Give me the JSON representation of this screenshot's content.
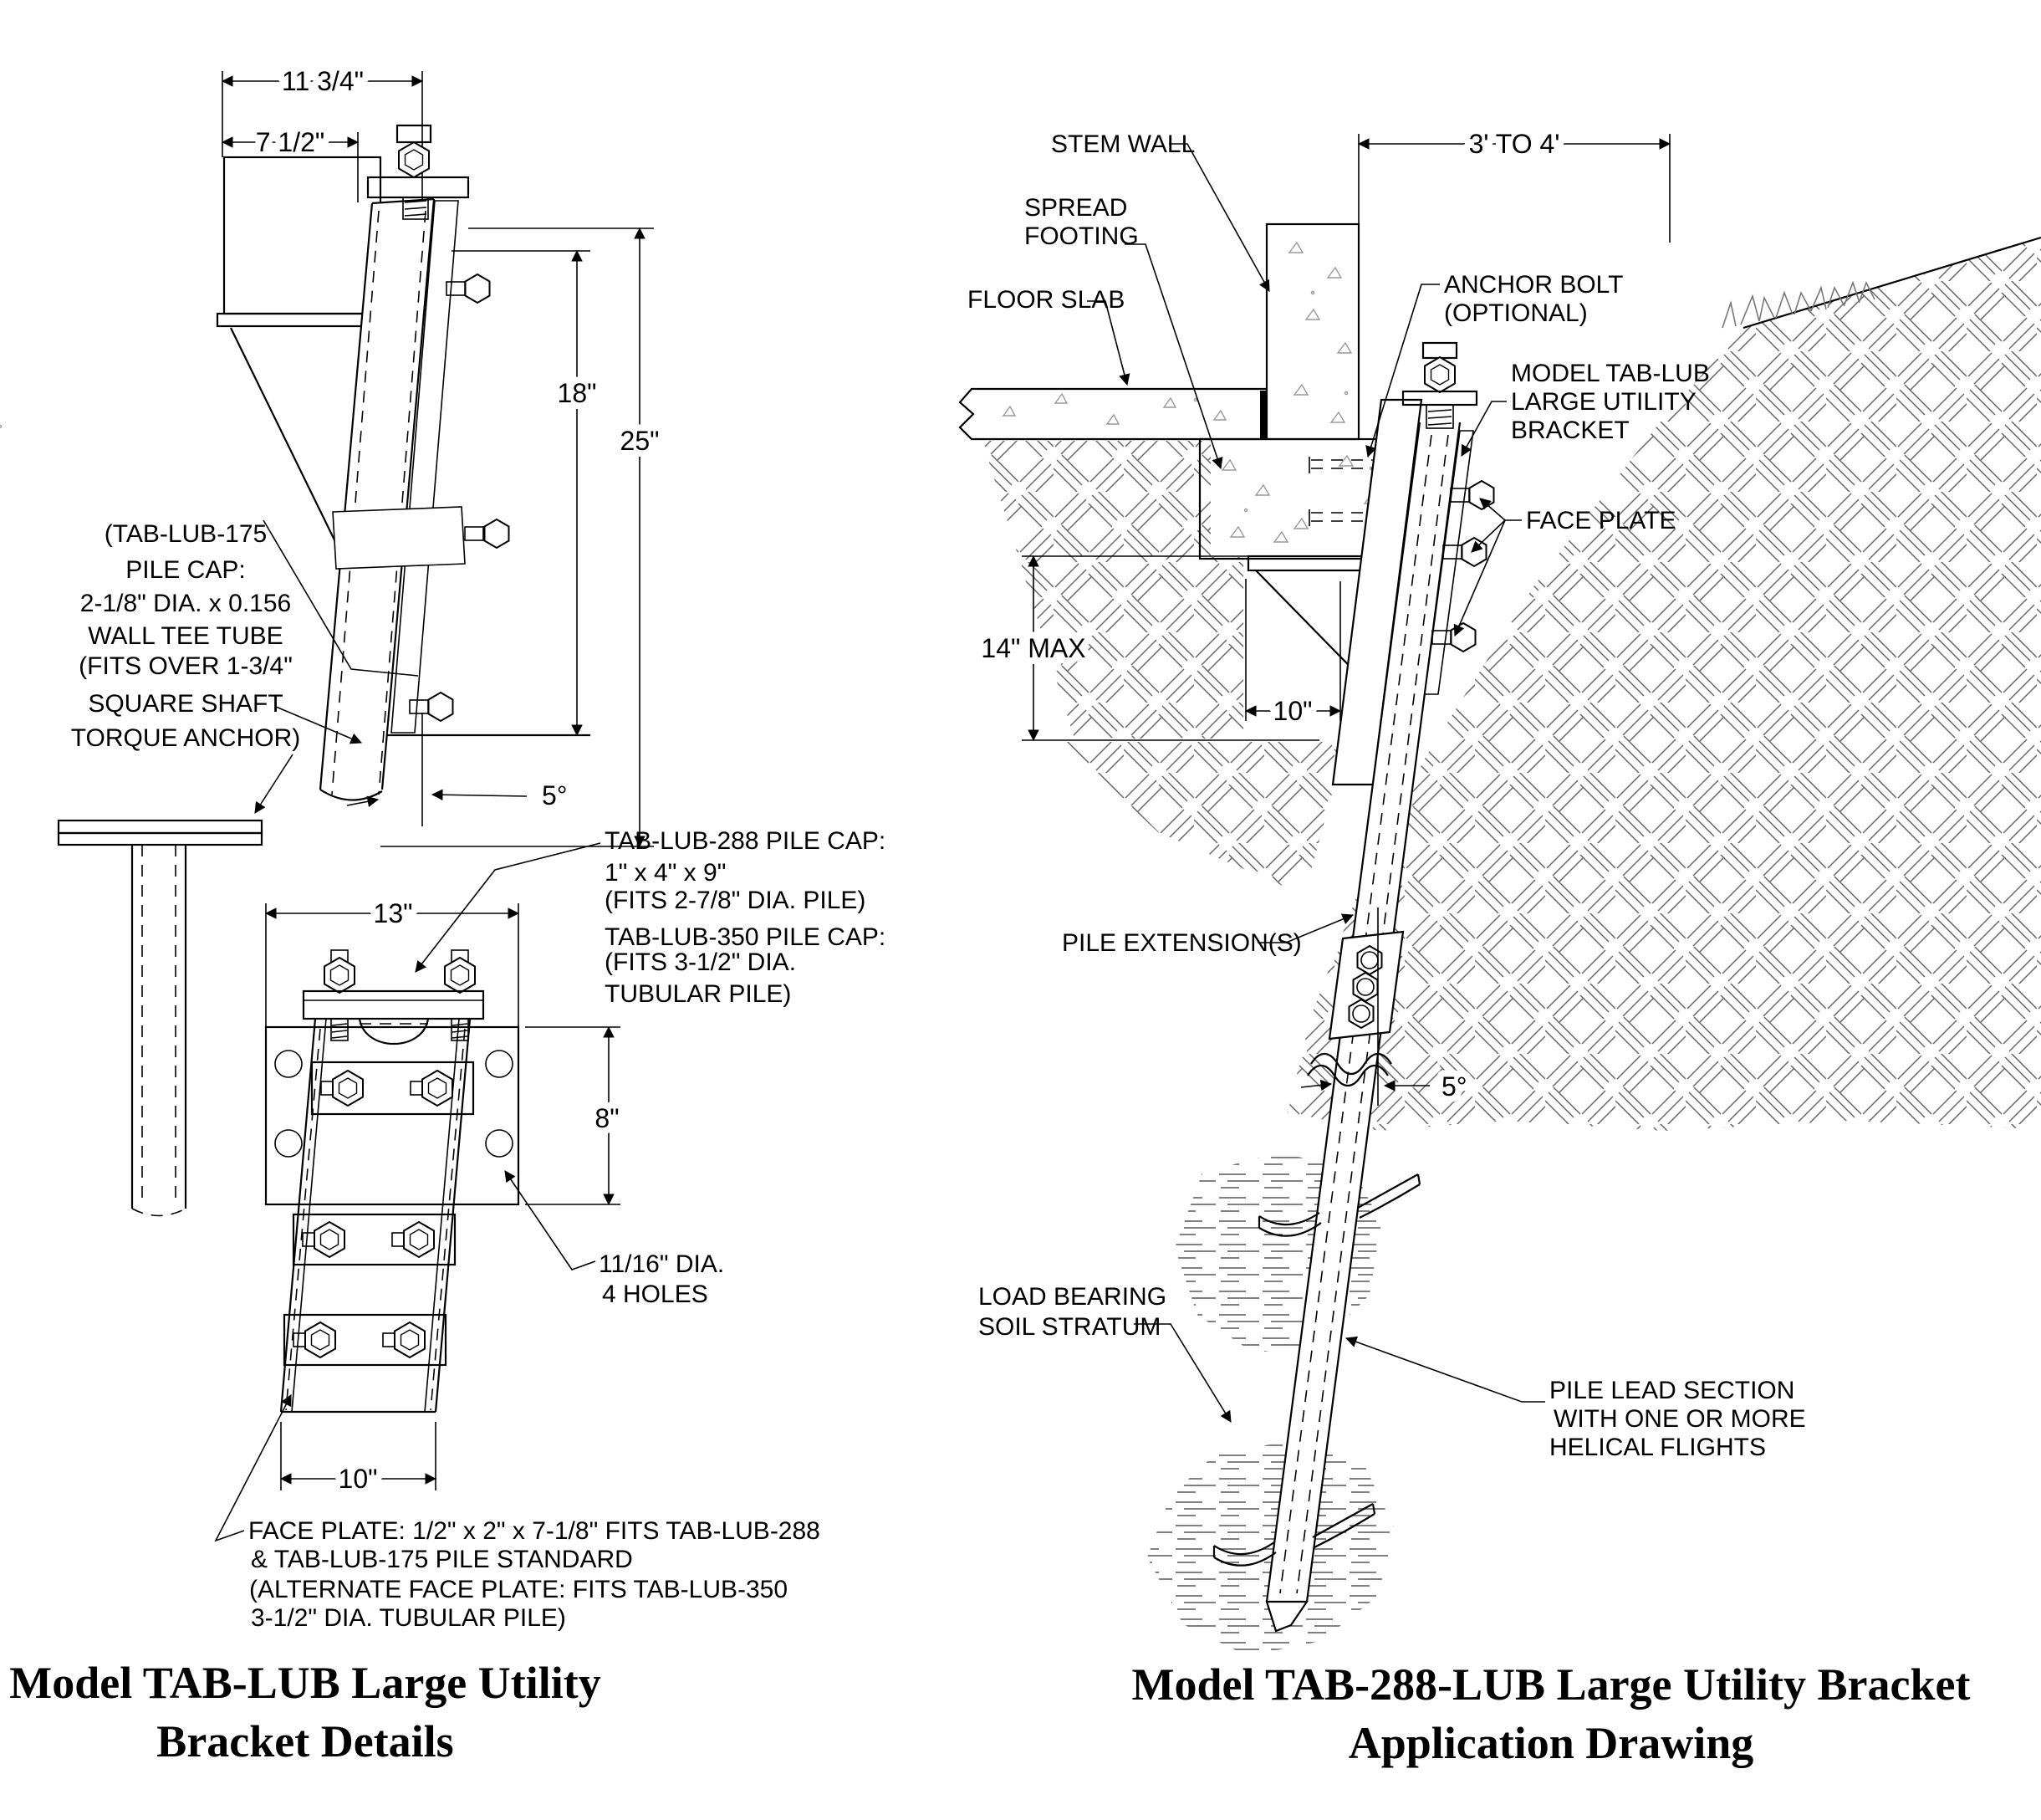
{
  "left_drawing": {
    "dims": {
      "top_width": "11 3/4\"",
      "inner_width": "7 1/2\"",
      "plate_len": "18\"",
      "overall_len": "25\"",
      "angle": "5°",
      "face_width": "13\"",
      "face_height": "8\"",
      "bottom_width": "10\""
    },
    "pile_cap_note_lines": [
      "(TAB-LUB-175",
      "PILE CAP:",
      "2-1/8\" DIA. x 0.156",
      "WALL TEE TUBE",
      "(FITS OVER 1-3/4\"",
      "SQUARE SHAFT",
      "TORQUE ANCHOR)"
    ],
    "cap_note_lines": [
      "TAB-LUB-288 PILE CAP:",
      "1\" x 4\" x 9\"",
      "(FITS 2-7/8\" DIA. PILE)",
      "TAB-LUB-350 PILE CAP:",
      "(FITS 3-1/2\" DIA.",
      "TUBULAR PILE)"
    ],
    "holes_note_lines": [
      "11/16\" DIA.",
      "4 HOLES"
    ],
    "face_plate_note_lines": [
      "FACE PLATE: 1/2\" x 2\" x 7-1/8\" FITS TAB-LUB-288",
      "& TAB-LUB-175 PILE STANDARD",
      "(ALTERNATE FACE PLATE: FITS TAB-LUB-350",
      "3-1/2\" DIA. TUBULAR PILE)"
    ],
    "title_lines": [
      "Model TAB-LUB Large Utility",
      "Bracket Details"
    ]
  },
  "right_drawing": {
    "dims": {
      "offset": "3' TO 4'",
      "depth": "14\" MAX",
      "width": "10\"",
      "angle": "5°"
    },
    "labels": {
      "stem_wall": "STEM WALL",
      "spread_footing_lines": [
        "SPREAD",
        "FOOTING"
      ],
      "floor_slab": "FLOOR SLAB",
      "anchor_bolt_lines": [
        "ANCHOR BOLT",
        "(OPTIONAL)"
      ],
      "bracket_lines": [
        "MODEL TAB-LUB",
        "LARGE UTILITY",
        "BRACKET"
      ],
      "face_plate": "FACE PLATE",
      "pile_extension": "PILE EXTENSION(S)",
      "load_bearing_lines": [
        "LOAD BEARING",
        "SOIL STRATUM"
      ],
      "pile_lead_lines": [
        "PILE LEAD SECTION",
        "WITH ONE OR MORE",
        "HELICAL FLIGHTS"
      ]
    },
    "title_lines": [
      "Model TAB-288-LUB Large Utility Bracket",
      "Application Drawing"
    ]
  }
}
